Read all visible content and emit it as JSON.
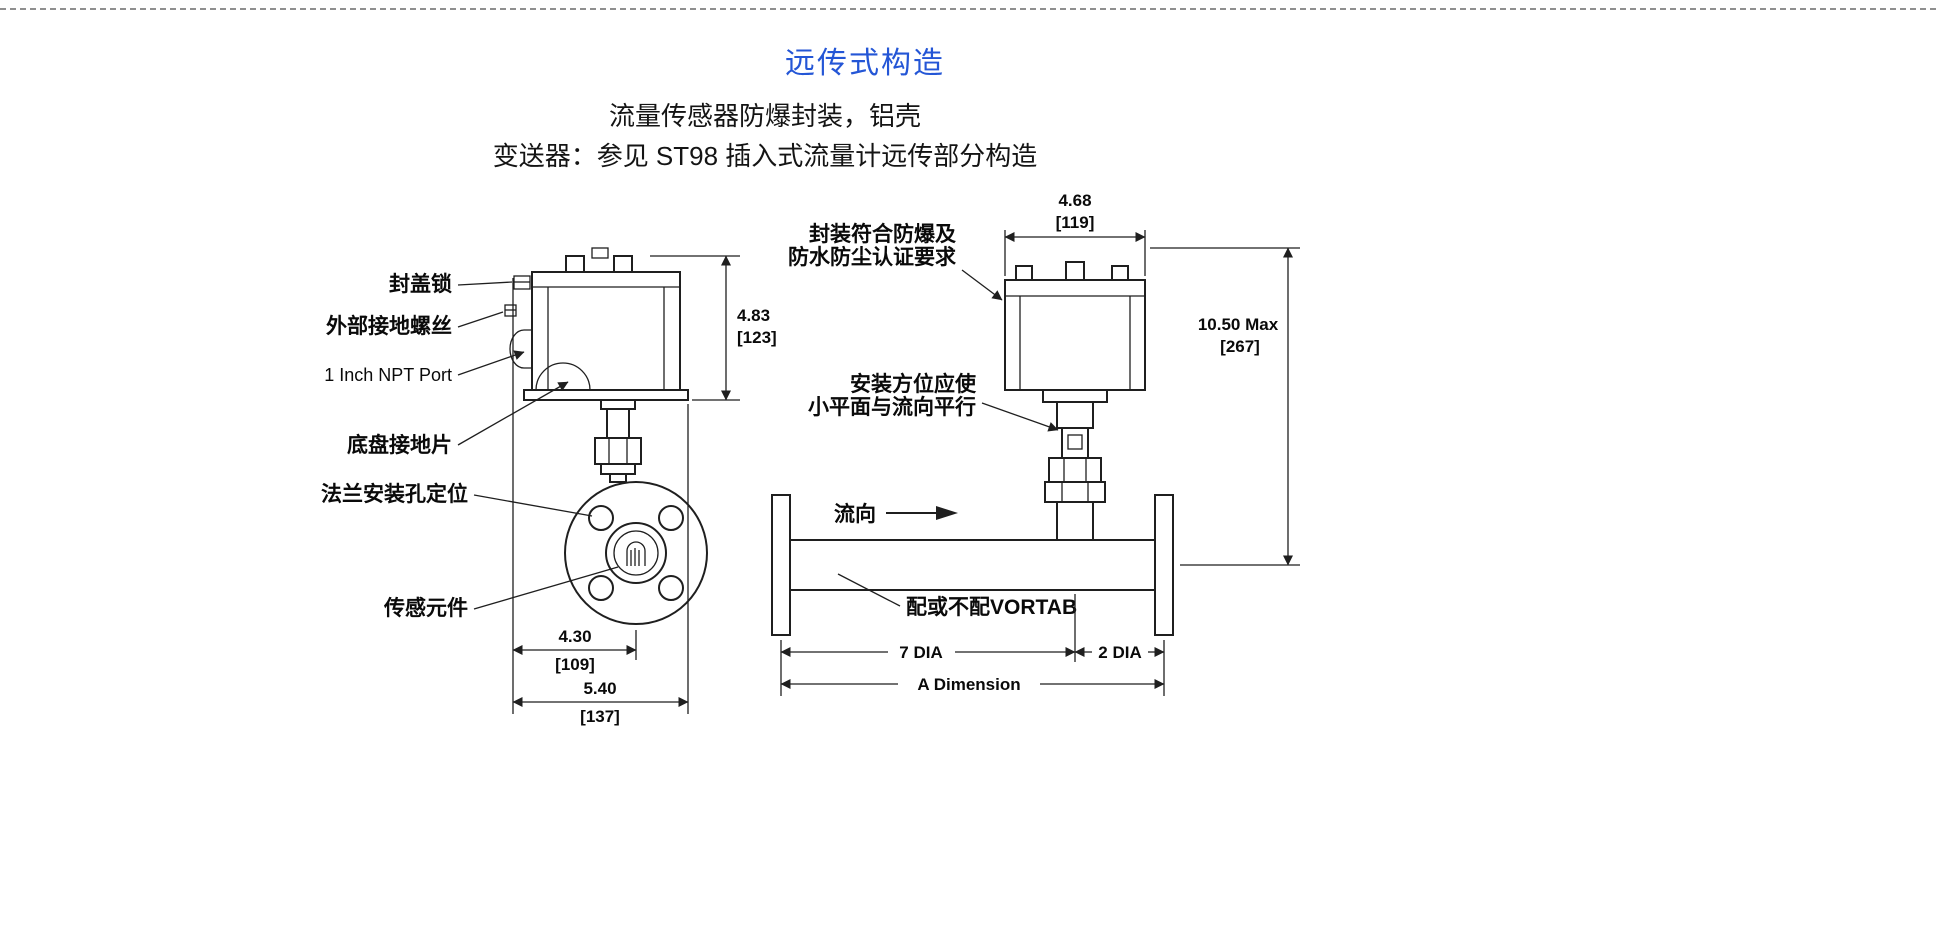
{
  "page": {
    "title": "远传式构造",
    "title_color": "#2456d6",
    "subtitle1": "流量传感器防爆封装，铝壳",
    "subtitle2": "变送器：参见 ST98 插入式流量计远传部分构造"
  },
  "left": {
    "labels": {
      "cover_lock": "封盖锁",
      "ground_screw": "外部接地螺丝",
      "npt_port": "1 Inch NPT Port",
      "chassis_ground": "底盘接地片",
      "flange_holes": "法兰安装孔定位",
      "sensor_element": "传感元件"
    },
    "dims": {
      "height_in": "4.83",
      "height_mm": "[123]",
      "width1_in": "4.30",
      "width1_mm": "[109]",
      "width2_in": "5.40",
      "width2_mm": "[137]"
    }
  },
  "right": {
    "labels": {
      "cert_line1": "封装符合防爆及",
      "cert_line2": "防水防尘认证要求",
      "orient_line1": "安装方位应使",
      "orient_line2": "小平面与流向平行",
      "flow": "流向",
      "vortab": "配或不配VORTAB"
    },
    "dims": {
      "top_in": "4.68",
      "top_mm": "[119]",
      "height_max": "10.50 Max",
      "height_mm": "[267]",
      "dia7": "7 DIA",
      "dia2": "2 DIA",
      "a_dim": "A Dimension"
    }
  }
}
